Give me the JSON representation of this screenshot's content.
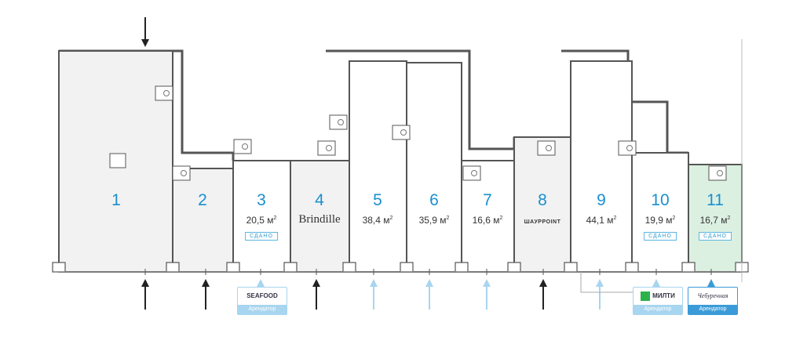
{
  "rooms": [
    {
      "number": "1",
      "fill": "#f2f2f2",
      "status": "",
      "area": "",
      "brand": ""
    },
    {
      "number": "2",
      "fill": "#f2f2f2",
      "status": "",
      "area": "",
      "brand": ""
    },
    {
      "number": "3",
      "fill": "#ffffff",
      "status": "СДАНО",
      "area": "20,5 м",
      "brand": ""
    },
    {
      "number": "4",
      "fill": "#f2f2f2",
      "status": "",
      "area": "",
      "brand": "Brindille"
    },
    {
      "number": "5",
      "fill": "#ffffff",
      "status": "",
      "area": "38,4 м",
      "brand": ""
    },
    {
      "number": "6",
      "fill": "#ffffff",
      "status": "",
      "area": "35,9 м",
      "brand": ""
    },
    {
      "number": "7",
      "fill": "#ffffff",
      "status": "",
      "area": "16,6 м",
      "brand": ""
    },
    {
      "number": "8",
      "fill": "#f2f2f2",
      "status": "",
      "area": "",
      "brand": "ШАУРPOINT"
    },
    {
      "number": "9",
      "fill": "#ffffff",
      "status": "",
      "area": "44,1 м",
      "brand": ""
    },
    {
      "number": "10",
      "fill": "#ffffff",
      "status": "СДАНО",
      "area": "19,9 м",
      "brand": ""
    },
    {
      "number": "11",
      "fill": "#dcf0e2",
      "status": "СДАНО",
      "area": "16,7 м",
      "brand": ""
    }
  ],
  "area_superscript": "2",
  "tenants": [
    {
      "logo": "SEAFOOD",
      "label": "Арендатор"
    },
    {
      "logo": "МИЛТИ",
      "label": "Арендатор"
    },
    {
      "logo": "Чебуречная",
      "label": "Арендатор"
    }
  ],
  "colors": {
    "accent": "#1a8fcf",
    "wall": "#555555",
    "entrance_dark": "#222222",
    "entrance_light": "#a8d5ef"
  }
}
